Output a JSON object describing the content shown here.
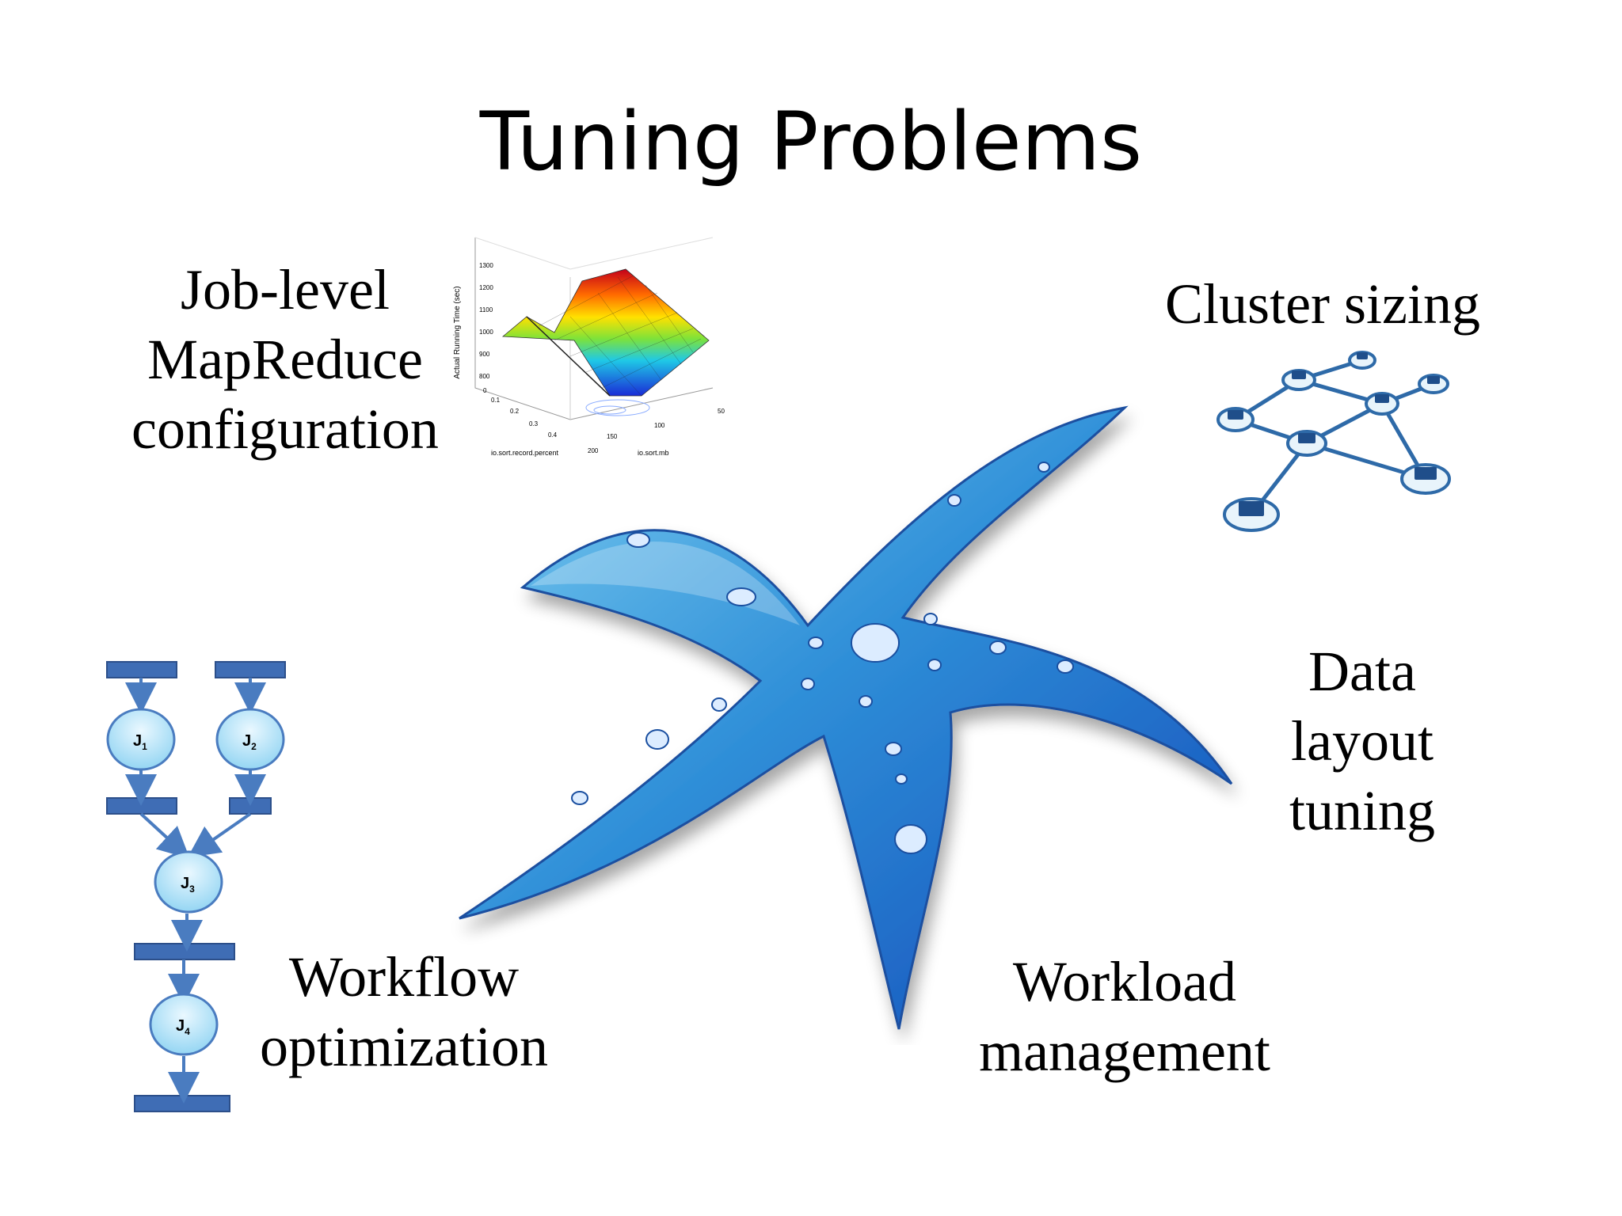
{
  "slide": {
    "title": "Tuning Problems",
    "labels": {
      "job_level": [
        "Job-level",
        "MapReduce",
        "configuration"
      ],
      "cluster_sizing": [
        "Cluster sizing"
      ],
      "data_layout": [
        "Data",
        "layout",
        "tuning"
      ],
      "workflow": [
        "Workflow",
        "optimization"
      ],
      "workload": [
        "Workload",
        "management"
      ]
    },
    "surface_plot": {
      "zlabel": "Actual Running Time (sec)",
      "ztick_labels": [
        "1300",
        "1200",
        "1100",
        "1000",
        "900",
        "800"
      ],
      "x1_tick_labels": [
        "0",
        "0.1",
        "0.2",
        "0.3",
        "0.4",
        "200"
      ],
      "x1_label": "io.sort.record.percent",
      "x2_tick_labels": [
        "150",
        "100",
        "50"
      ],
      "x2_label": "io.sort.mb"
    },
    "workflow_nodes": {
      "j1": "J",
      "j1_sub": "1",
      "j2": "J",
      "j2_sub": "2",
      "j3": "J",
      "j3_sub": "3",
      "j4": "J",
      "j4_sub": "4"
    }
  }
}
